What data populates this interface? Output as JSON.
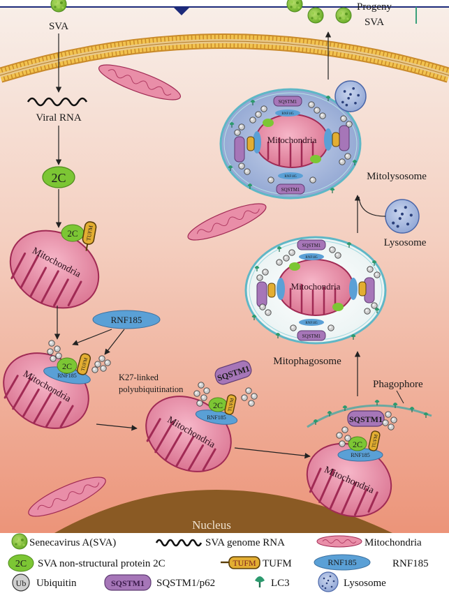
{
  "labels": {
    "sva": "SVA",
    "progeny": "Progeny",
    "progeny_sva": "SVA",
    "viral_rna": "Viral RNA",
    "protein_2c": "2C",
    "tufm": "TUFM",
    "rnf185": "RNF185",
    "sqstm1": "SQSTM1",
    "mitochondria": "Mitochondria",
    "k27_line1": "K27-linked",
    "k27_line2": "polyubiquitination",
    "mitolysosome": "Mitolysosome",
    "lysosome": "Lysosome",
    "mitophagosome": "Mitophagosome",
    "phagophore": "Phagophore",
    "nucleus": "Nucleus"
  },
  "legend": {
    "sva": "Senecavirus A(SVA)",
    "genome": "SVA genome RNA",
    "mito": "Mitochondria",
    "two_c_glyph": "2C",
    "two_c": "SVA non-structural protein 2C",
    "tufm_glyph": "TUFM",
    "tufm": "TUFM",
    "rnf185_glyph": "RNF185",
    "rnf185": "RNF185",
    "ub_glyph": "Ub",
    "ubiquitin": "Ubiquitin",
    "sqstm1_glyph": "SQSTM1",
    "sqstm1": "SQSTM1/p62",
    "lc3": "LC3",
    "lysosome": "Lysosome"
  },
  "colors": {
    "bg_top": "#f7ebe4",
    "bg_bottom": "#ee9d84",
    "membrane_head": "#f0b842",
    "mito_outer": "#e88ea8",
    "mito_stroke": "#a02a54",
    "protein_2c": "#79c331",
    "tufm": "#e3ae32",
    "rnf185": "#5aa0d6",
    "sqstm1": "#a676b8",
    "lysosome": "#5c7fbf",
    "nucleus": "#8a5a24",
    "lc3": "#2c9a6e",
    "ub": "#bdbdbd"
  }
}
